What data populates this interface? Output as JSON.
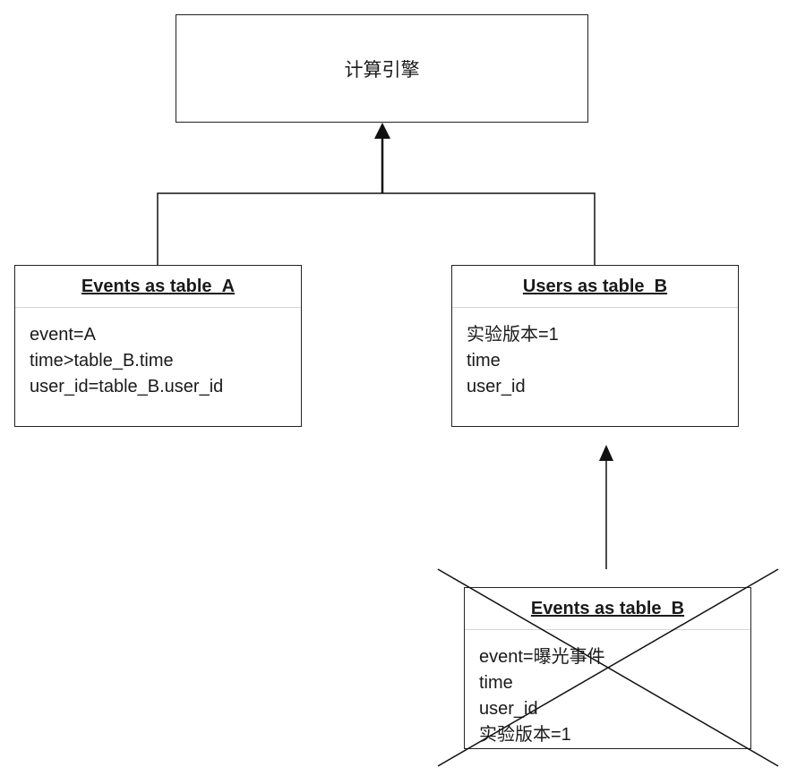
{
  "engine": {
    "label": "计算引擎"
  },
  "tables": [
    {
      "title": "Events as table_A",
      "fields": [
        "event=A",
        "time>table_B.time",
        "user_id=table_B.user_id"
      ]
    },
    {
      "title": "Users as table_B",
      "fields": [
        "实验版本=1",
        "time",
        "user_id"
      ]
    },
    {
      "title": "Events as table_B",
      "fields": [
        "event=曝光事件",
        "time",
        "user_id",
        "实验版本=1"
      ],
      "crossed_out": true
    }
  ],
  "colors": {
    "stroke": "#222222",
    "divider": "#d6d6d6",
    "background": "#ffffff"
  }
}
